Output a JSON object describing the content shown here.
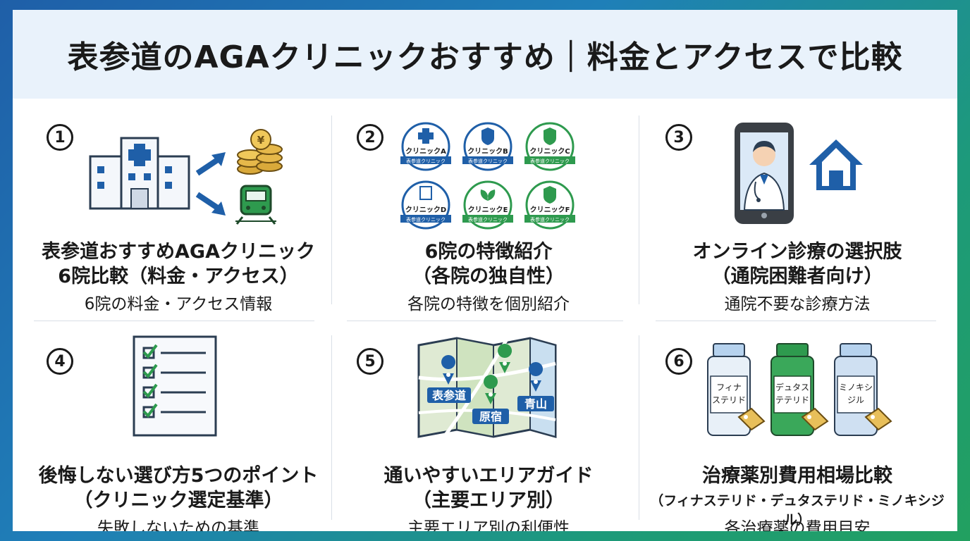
{
  "title": "表参道のAGAクリニックおすすめ｜料金とアクセスで比較",
  "cards": [
    {
      "num": "1",
      "line1": "表参道おすすめAGAクリニック",
      "line2": "6院比較（料金・アクセス）",
      "sub": "6院の料金・アクセス情報"
    },
    {
      "num": "2",
      "line1": "6院の特徴紹介",
      "line2": "（各院の独自性）",
      "sub": "各院の特徴を個別紹介",
      "badges": [
        {
          "name": "クリニックA",
          "ribbon": "表参道クリニック"
        },
        {
          "name": "クリニックB",
          "ribbon": "表参道クリニック"
        },
        {
          "name": "クリニックC",
          "ribbon": "表参道クリニック"
        },
        {
          "name": "クリニックD",
          "ribbon": "表参道クリニック"
        },
        {
          "name": "クリニックE",
          "ribbon": "表参道クリニック"
        },
        {
          "name": "クリニックF",
          "ribbon": "表参道クリニック"
        }
      ]
    },
    {
      "num": "3",
      "line1": "オンライン診療の選択肢",
      "line2": "（通院困難者向け）",
      "sub": "通院不要な診療方法"
    },
    {
      "num": "4",
      "line1": "後悔しない選び方5つのポイント",
      "line2": "（クリニック選定基準）",
      "sub": "失敗しないための基準"
    },
    {
      "num": "5",
      "line1": "通いやすいエリアガイド",
      "line2": "（主要エリア別）",
      "sub": "主要エリア別の利便性",
      "areas": [
        "表参道",
        "原宿",
        "青山"
      ]
    },
    {
      "num": "6",
      "line1": "治療薬別費用相場比較",
      "line2": "（フィナステリド・デュタステリド・ミノキシジル）",
      "sub": "各治療薬の費用目安",
      "bottles": [
        [
          "フィナ",
          "ステリド"
        ],
        [
          "デュタス",
          "テテリド"
        ],
        [
          "ミノキシ",
          "ジル"
        ]
      ]
    }
  ],
  "colors": {
    "blue": "#1f5fa8",
    "green": "#2e9a4e",
    "gold": "#d9a93a",
    "header_bg": "#e9f2fb"
  }
}
